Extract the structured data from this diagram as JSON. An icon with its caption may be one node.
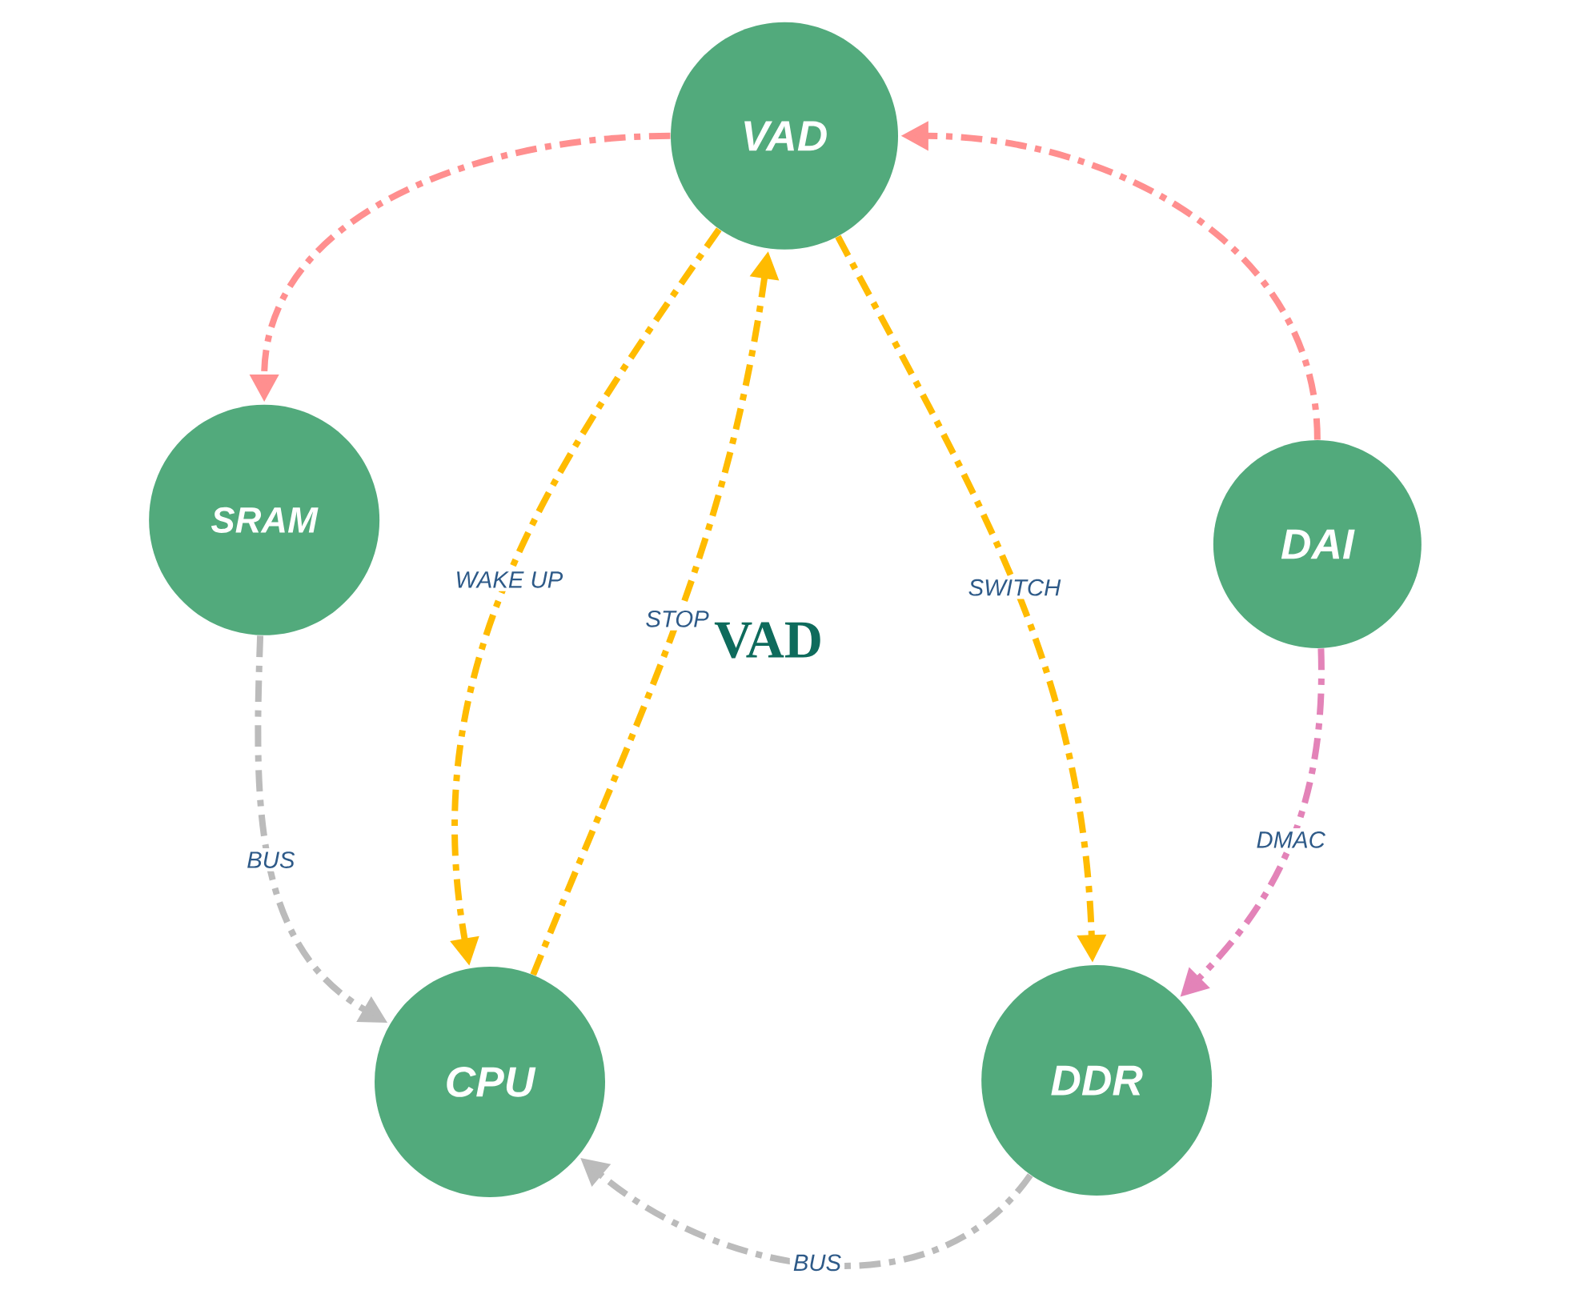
{
  "diagram": {
    "title": "VAD",
    "nodes": [
      {
        "text": [
          "VAD"
        ]
      },
      {
        "text": [
          "SRAM"
        ]
      },
      {
        "text": [
          "DAI"
        ]
      },
      {
        "text": [
          "CPU"
        ]
      },
      {
        "text": [
          "DDR"
        ]
      }
    ],
    "edges": [
      {
        "from": 0,
        "to": 1,
        "arrow": "to",
        "color": "#ff8f8f"
      },
      {
        "from": 2,
        "to": 0,
        "arrow": "to",
        "color": "#ff8f8f"
      },
      {
        "from": 0,
        "to": 3,
        "arrow": "to",
        "label": "WAKE UP",
        "color": "#ffbb00"
      },
      {
        "from": 3,
        "to": 0,
        "arrow": "to",
        "label": "STOP",
        "color": "#ffbb00"
      },
      {
        "from": 0,
        "to": 4,
        "arrow": "to",
        "label": "SWITCH",
        "color": "#ffbb00"
      },
      {
        "from": 2,
        "to": 4,
        "arrow": "to",
        "label": "DMAC",
        "color": "#e383b8"
      },
      {
        "from": 1,
        "to": 3,
        "arrow": "to",
        "label": "BUS",
        "color": "#bbbbbb"
      },
      {
        "from": 4,
        "to": 3,
        "arrow": "to",
        "label": "BUS",
        "color": "#bbbbbb"
      }
    ]
  }
}
